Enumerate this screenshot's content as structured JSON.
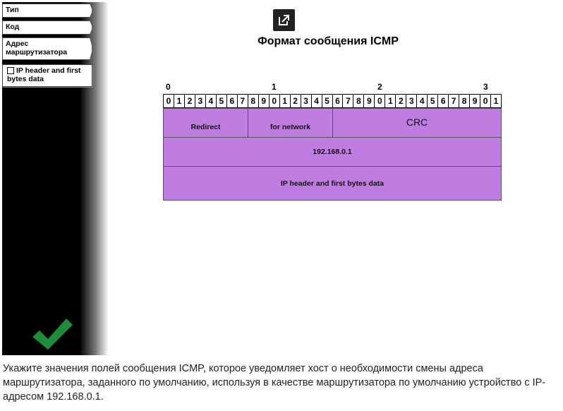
{
  "sidebar": {
    "tags": [
      {
        "label": "Тип"
      },
      {
        "label": "Код"
      },
      {
        "label": "Адрес маршрутизатора"
      },
      {
        "label": "IP header and first bytes data"
      }
    ]
  },
  "title": "Формат сообщения ICMP",
  "octet_labels": [
    "0",
    "1",
    "2",
    "3"
  ],
  "bits": [
    "0",
    "1",
    "2",
    "3",
    "4",
    "5",
    "6",
    "7",
    "8",
    "9",
    "0",
    "1",
    "2",
    "3",
    "4",
    "5",
    "6",
    "7",
    "8",
    "9",
    "0",
    "1",
    "2",
    "3",
    "4",
    "5",
    "6",
    "7",
    "8",
    "9",
    "0",
    "1"
  ],
  "fields": {
    "type": "Redirect",
    "code": "for network",
    "checksum": "CRC",
    "router_address": "192.168.0.1",
    "data": "IP header and first bytes data"
  },
  "instruction": "Укажите значения полей сообщения ICMP, которое уведомляет хост о необходимости смены адреса маршрутизатора, заданного по умолчанию, используя в качестве маршрутизатора по умолчанию устройство с IP-адресом 192.168.0.1.",
  "colors": {
    "field": "#bf7de2",
    "check": "#1e8c3a"
  },
  "icons": {
    "popout": "external-link-icon",
    "check": "checkmark-icon"
  }
}
